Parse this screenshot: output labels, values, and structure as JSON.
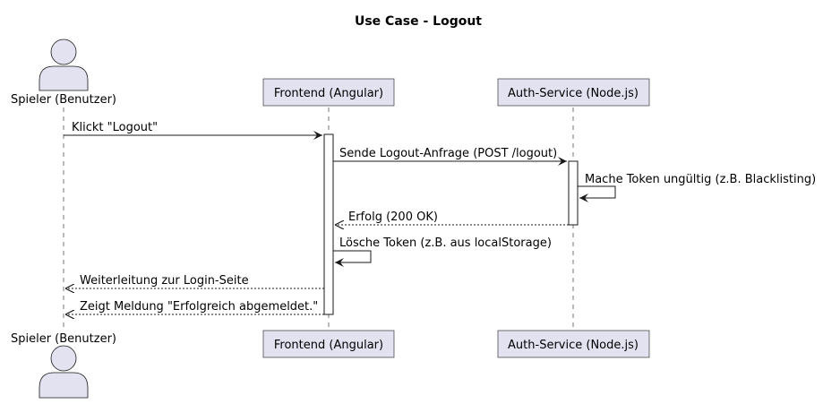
{
  "title": "Use Case - Logout",
  "participants": {
    "user": {
      "label": "Spieler (Benutzer)",
      "kind": "actor"
    },
    "frontend": {
      "label": "Frontend (Angular)",
      "kind": "participant"
    },
    "auth": {
      "label": "Auth-Service (Node.js)",
      "kind": "participant"
    }
  },
  "messages": [
    {
      "from": "user",
      "to": "frontend",
      "label": "Klickt \"Logout\"",
      "style": "solid"
    },
    {
      "from": "frontend",
      "to": "auth",
      "label": "Sende Logout-Anfrage (POST /logout)",
      "style": "solid"
    },
    {
      "from": "auth",
      "to": "auth",
      "label": "Mache Token ungültig (z.B. Blacklisting)",
      "style": "solid"
    },
    {
      "from": "auth",
      "to": "frontend",
      "label": "Erfolg (200 OK)",
      "style": "dashed"
    },
    {
      "from": "frontend",
      "to": "frontend",
      "label": "Lösche Token (z.B. aus localStorage)",
      "style": "solid"
    },
    {
      "from": "frontend",
      "to": "user",
      "label": "Weiterleitung zur Login-Seite",
      "style": "dashed"
    },
    {
      "from": "frontend",
      "to": "user",
      "label": "Zeigt Meldung \"Erfolgreich abgemeldet.\"",
      "style": "dashed"
    }
  ],
  "colors": {
    "participant_fill": "#e2e2f0",
    "stroke": "#181818",
    "background": "#ffffff"
  }
}
